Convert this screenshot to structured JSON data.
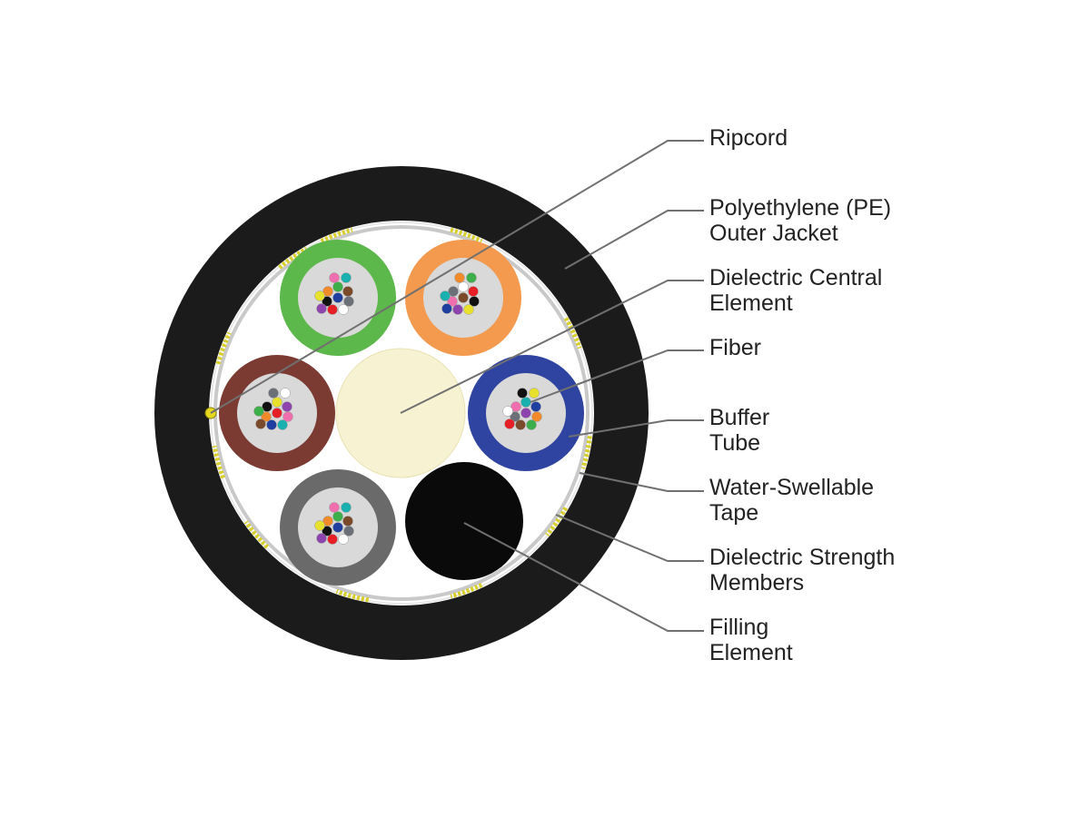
{
  "colors": {
    "jacket": "#1b1b1b",
    "leader_line": "#707070",
    "tube_fill": "#d9d9d9",
    "central_element": "#f7f3d2",
    "filling_element": "#0a0a0a",
    "strength_member_yellow": "#d8cf2a",
    "tubes": [
      "#5cb84a",
      "#f39a4f",
      "#7b3a32",
      "#2f43a0",
      "#6a6a6a"
    ],
    "fiber_palette": [
      "#1e3fa0",
      "#f08a2a",
      "#3cae4a",
      "#7a4a2a",
      "#6b6f78",
      "#ffffff",
      "#e61e25",
      "#111111",
      "#e7e02c",
      "#8e44ad",
      "#f06fae",
      "#1bb0b0"
    ]
  },
  "labels": {
    "ripcord": [
      "Ripcord"
    ],
    "outer_jacket": [
      "Polyethylene (PE)",
      "Outer Jacket"
    ],
    "central_element": [
      "Dielectric Central",
      "Element"
    ],
    "fiber": [
      "Fiber"
    ],
    "buffer_tube": [
      "Buffer",
      "Tube"
    ],
    "water_swellable_tape": [
      "Water-Swellable",
      "Tape"
    ],
    "strength_members": [
      "Dielectric Strength",
      "Members"
    ],
    "filling_element": [
      "Filling",
      "Element"
    ]
  }
}
